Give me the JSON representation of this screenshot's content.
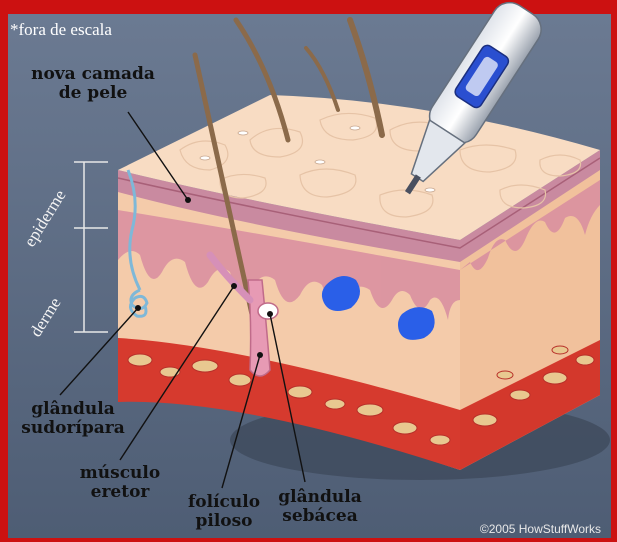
{
  "scale_note": "*fora de escala",
  "copyright": "©2005 HowStuffWorks",
  "layers": {
    "epidermis": "epiderme",
    "dermis": "derme"
  },
  "labels": {
    "new_skin_line1": "nova camada",
    "new_skin_line2": "de pele",
    "sweat_line1": "glândula",
    "sweat_line2": "sudorípara",
    "muscle_line1": "músculo",
    "muscle_line2": "eretor",
    "follicle_line1": "folículo",
    "follicle_line2": "piloso",
    "sebaceous_line1": "glândula",
    "sebaceous_line2": "sebácea"
  },
  "colors": {
    "frame": "#cc1111",
    "background": "#5f6f86",
    "epidermis_top": "#f6d9c0",
    "dermis": "#f3c9a6",
    "fat": "#d8342c",
    "ink_spots": "#2a5fe8"
  }
}
